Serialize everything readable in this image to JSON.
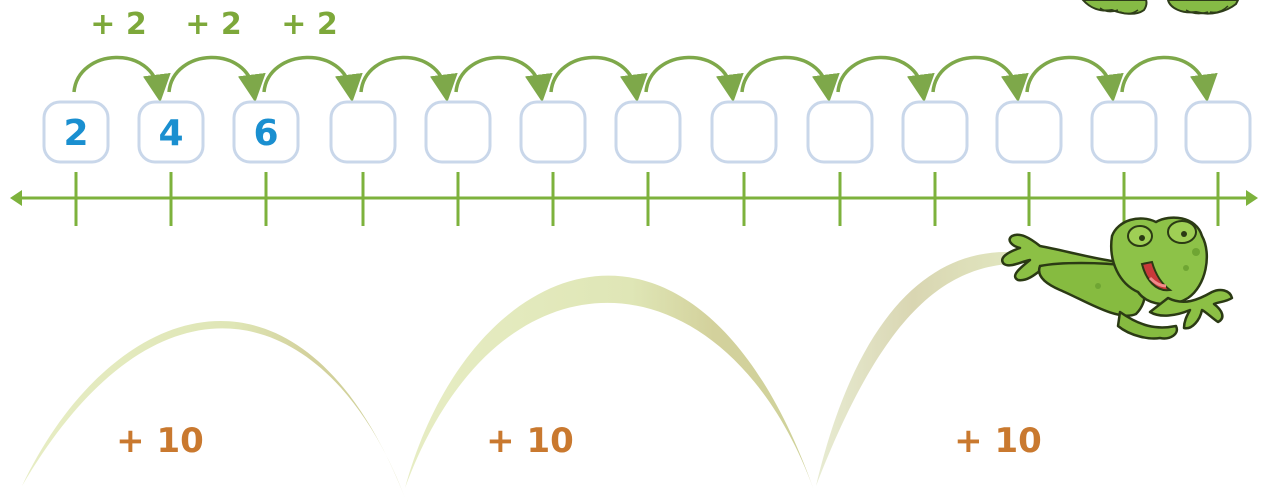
{
  "number_line": {
    "boxes": [
      "2",
      "4",
      "6",
      "",
      "",
      "",
      "",
      "",
      "",
      "",
      "",
      "",
      ""
    ]
  },
  "small_jumps": {
    "label": "+ 2",
    "count": 12,
    "labeled_count": 3
  },
  "big_jumps": {
    "label": "+ 10",
    "count": 3
  },
  "colors": {
    "line": "#7db23c",
    "arrow": "#7ea84a",
    "box_stroke": "#c9d7ea",
    "box_number": "#1a8fd0",
    "small_label": "#7da83a",
    "big_label": "#c9792f",
    "big_arc": "#d9dfae",
    "frog": "#7fba3c"
  },
  "icons": [
    "frog-icon",
    "frog-feet-icon"
  ]
}
